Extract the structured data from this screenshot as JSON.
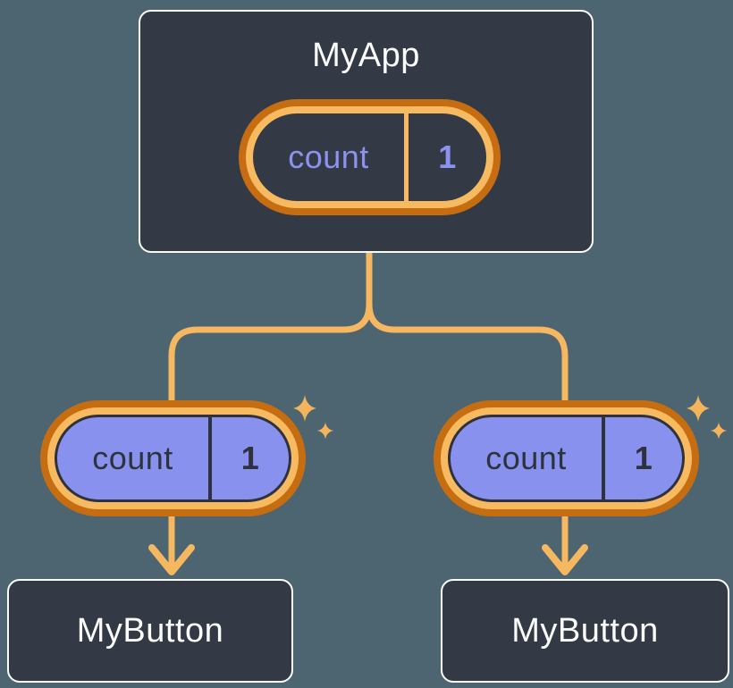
{
  "diagram": {
    "root": {
      "title": "MyApp",
      "state": {
        "name": "count",
        "value": "1"
      }
    },
    "children": [
      {
        "title": "MyButton",
        "prop": {
          "name": "count",
          "value": "1"
        }
      },
      {
        "title": "MyButton",
        "prop": {
          "name": "count",
          "value": "1"
        }
      }
    ]
  },
  "icons": {
    "sparkle": "✦"
  },
  "colors": {
    "background": "#4C6571",
    "card_background": "#333A45",
    "card_border": "#FBFBFB",
    "title_text": "#FBFBFB",
    "connector_orange": "#F5B860",
    "ring_outer_orange": "#C66D12",
    "ring_inner_orange": "#F7BA61",
    "pill_fill_purple": "#8892EE",
    "pill_text_purple": "#8B93EE",
    "pill_text_dark": "#2D323C"
  }
}
